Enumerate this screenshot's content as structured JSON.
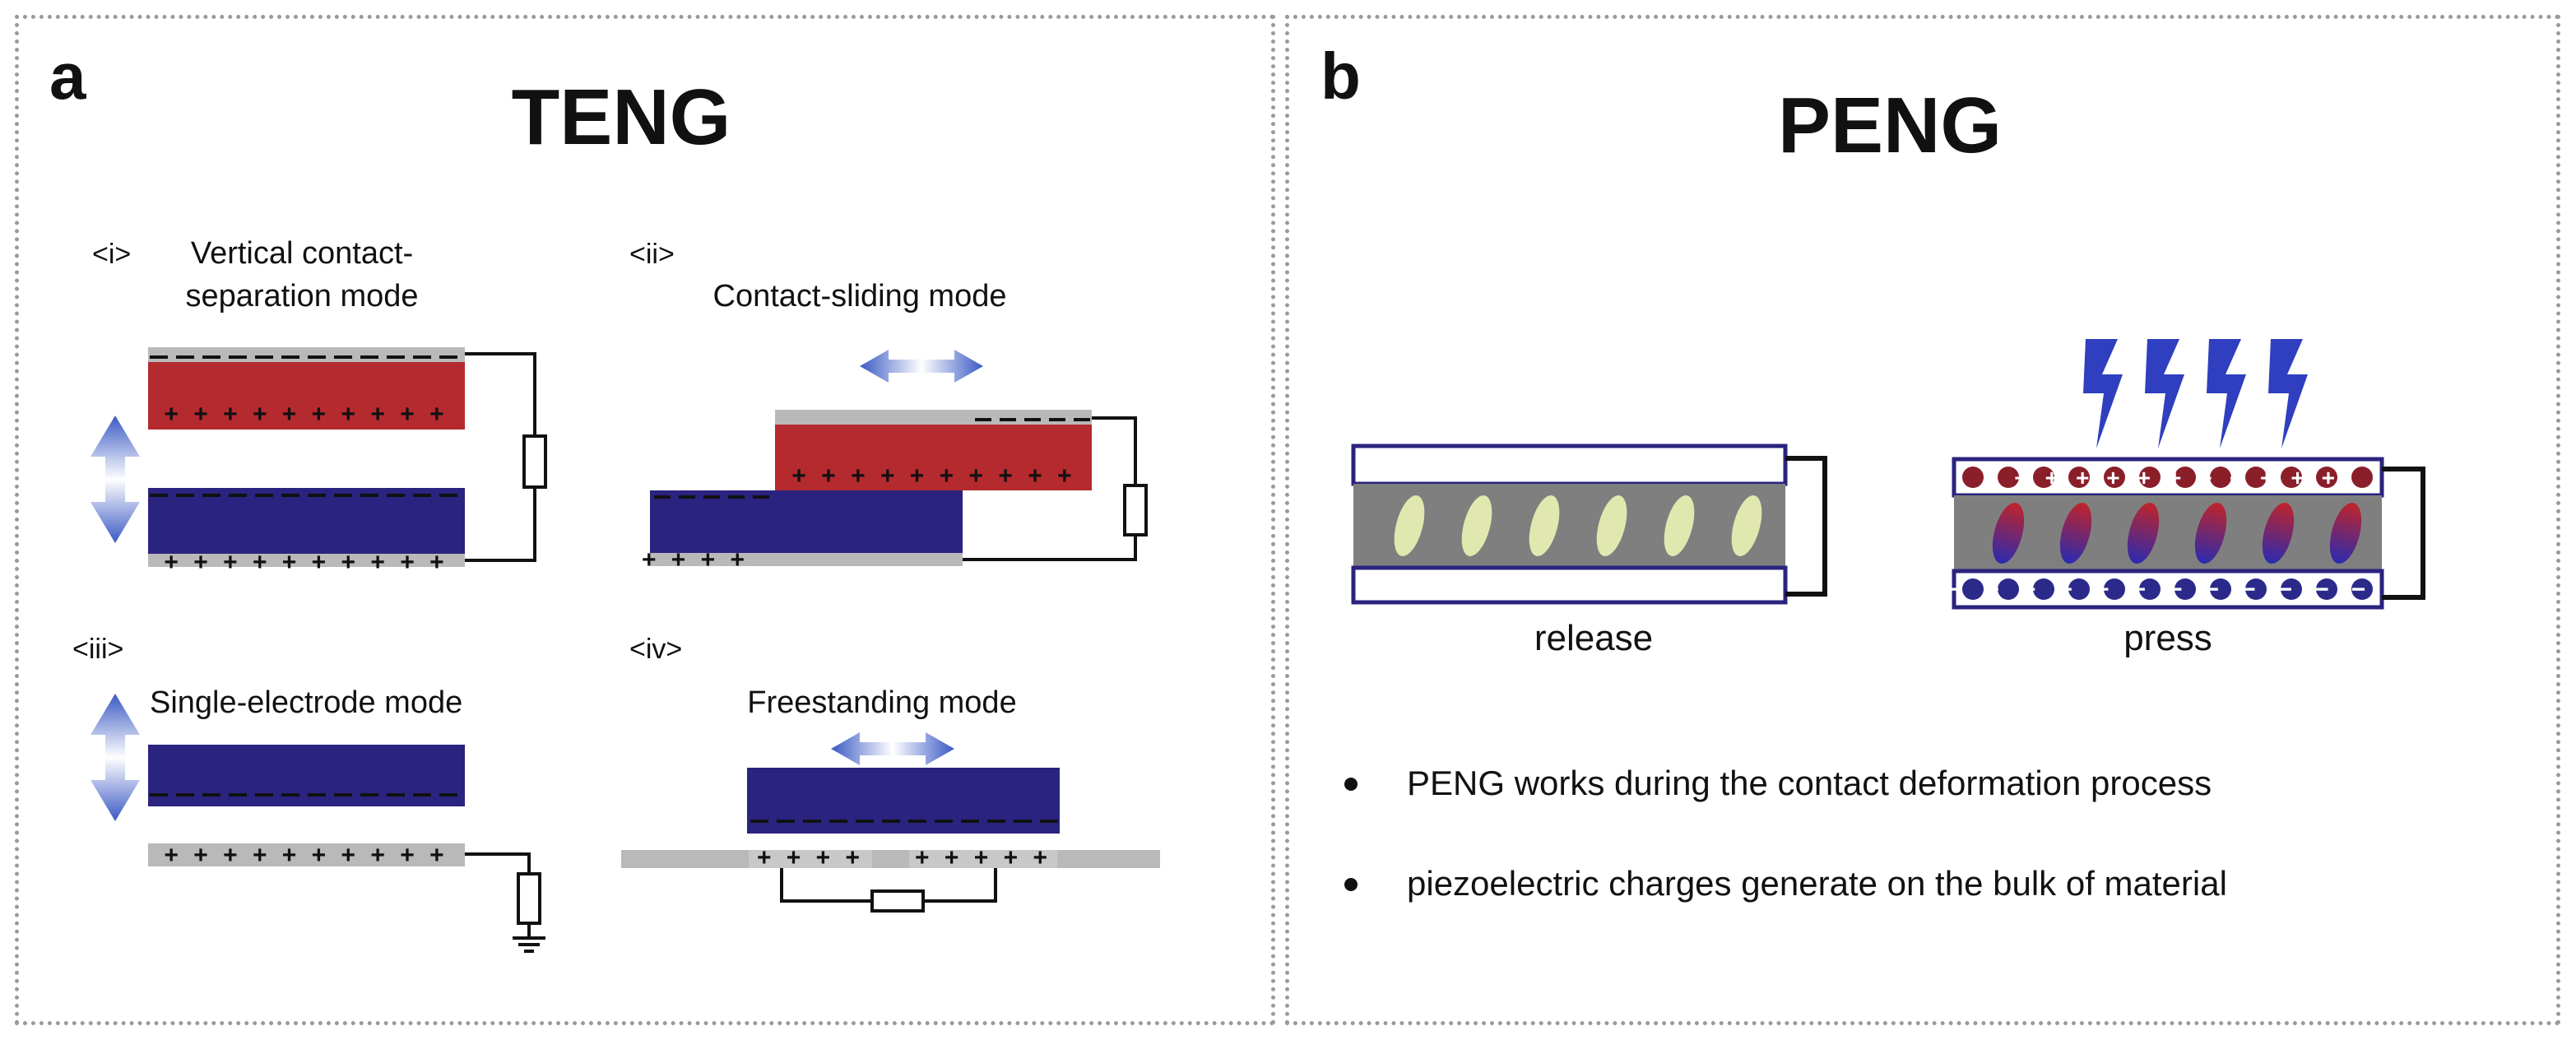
{
  "panel_a": {
    "letter": "a",
    "title": "TENG",
    "modes": [
      {
        "tag": "<i>",
        "line1": "Vertical contact-",
        "line2": "separation mode"
      },
      {
        "tag": "<ii>",
        "line1": "Contact-sliding mode"
      },
      {
        "tag": "<iii>",
        "line1": "Single-electrode mode"
      },
      {
        "tag": "<iv>",
        "line1": "Freestanding mode"
      }
    ]
  },
  "panel_b": {
    "letter": "b",
    "title": "PENG",
    "label_release": "release",
    "label_press": "press",
    "bullets": [
      "PENG works during the contact deformation process",
      "piezoelectric charges generate on the bulk of material"
    ]
  },
  "colors": {
    "red_layer": "#b52a2e",
    "blue_layer": "#2a237f",
    "electrode": "#b9b9b9",
    "arrow": "#3f5fc6",
    "lightning": "#2f3fbf",
    "charge_plus": "#8a1f2a",
    "charge_minus": "#2b2a8a"
  }
}
